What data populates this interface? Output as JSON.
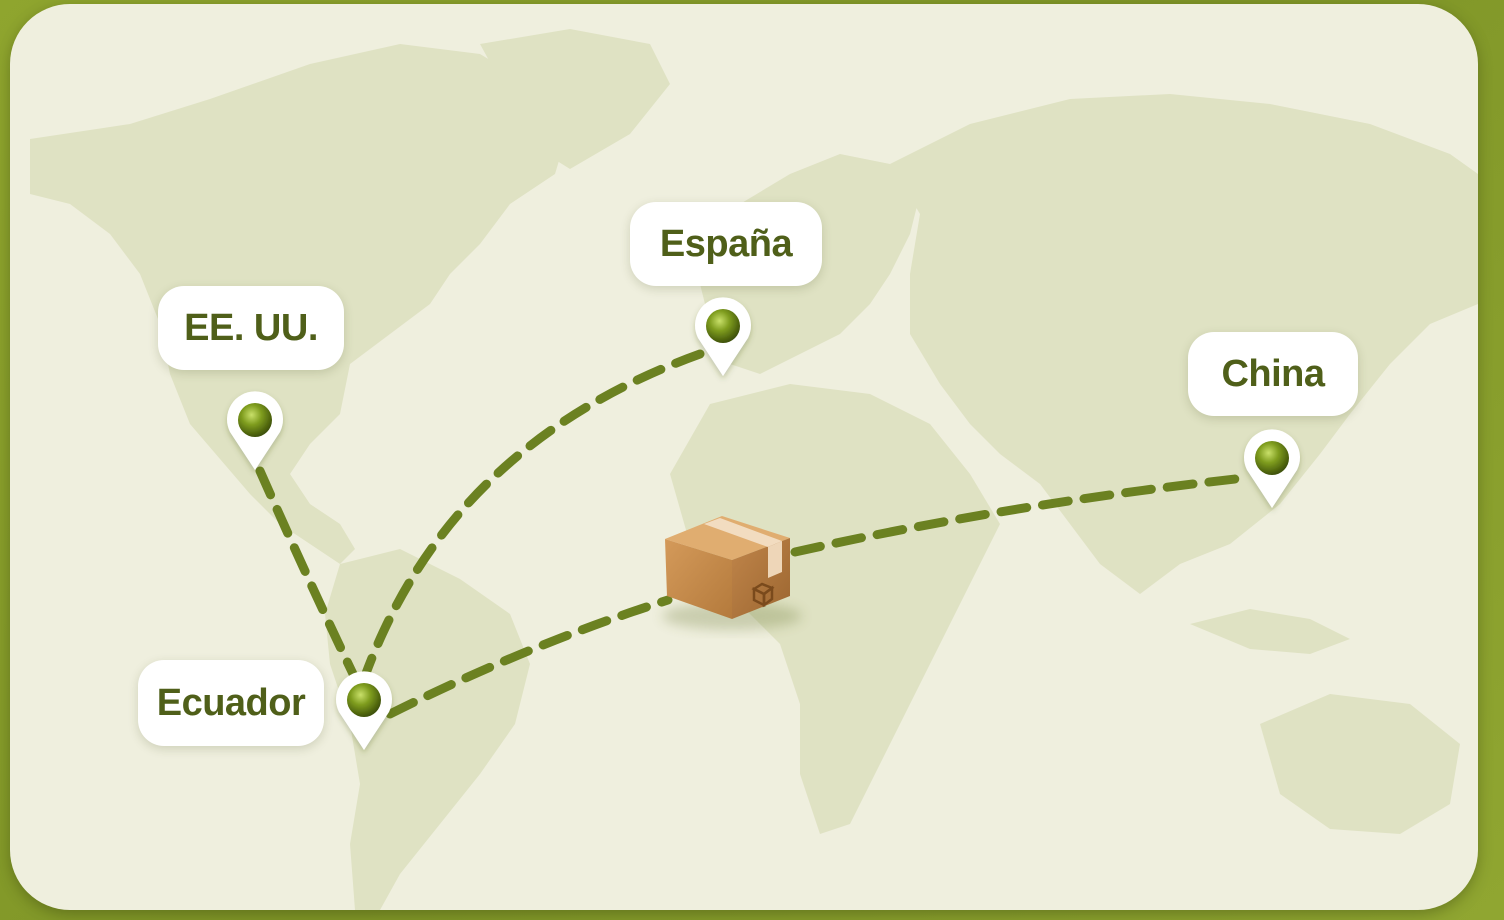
{
  "map": {
    "route_color": "#6b8121",
    "land_color": "#dfe2c3",
    "sea_color": "#efefde",
    "pin_color": "#7b9a1e",
    "locations": [
      {
        "id": "usa",
        "label": "EE. UU."
      },
      {
        "id": "spain",
        "label": "España"
      },
      {
        "id": "china",
        "label": "China"
      },
      {
        "id": "ecuador",
        "label": "Ecuador"
      }
    ],
    "package_icon": "cardboard-box-icon",
    "pin_icon": "map-pin-icon"
  }
}
